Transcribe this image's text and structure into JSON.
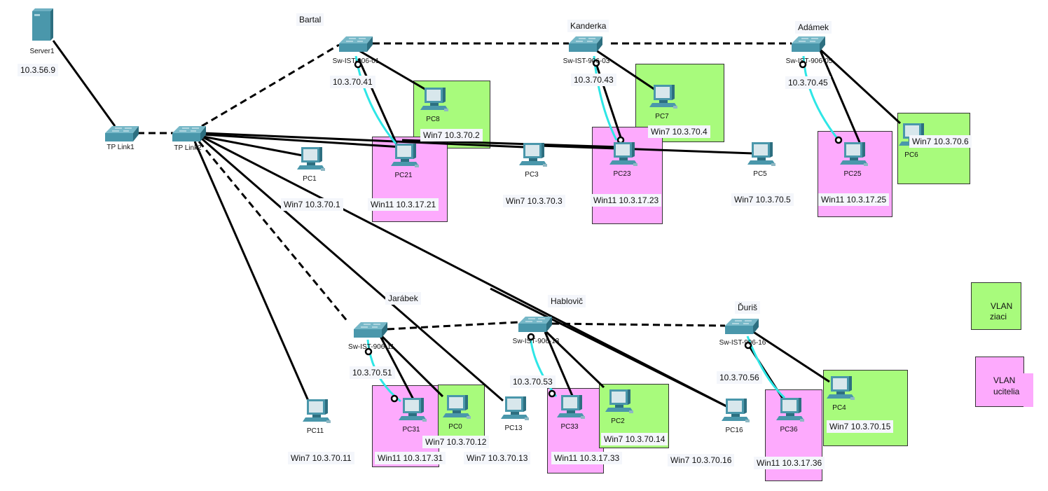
{
  "colors": {
    "vlan_ziaci": "#a8fb7c",
    "vlan_ucitelia": "#fdaafd",
    "link": "#000000",
    "console_link": "#2ee6e6",
    "device": "#4a8fa3"
  },
  "devices": {
    "server1": {
      "name": "Server1",
      "type": "server"
    },
    "tplink1": {
      "name": "TP Link1",
      "type": "switch"
    },
    "tplink2": {
      "name": "TP Link2",
      "type": "switch"
    },
    "sw01": {
      "name": "Sw-IST-906-01",
      "type": "switch"
    },
    "sw03": {
      "name": "Sw-IST-906-03",
      "type": "switch"
    },
    "sw05": {
      "name": "Sw-IST-906-05",
      "type": "switch"
    },
    "sw11": {
      "name": "Sw-IST-906-11",
      "type": "switch"
    },
    "sw13": {
      "name": "Sw-IST-906-13",
      "type": "switch"
    },
    "sw16": {
      "name": "Sw-IST-906-16",
      "type": "switch"
    },
    "pc1": {
      "name": "PC1"
    },
    "pc3": {
      "name": "PC3"
    },
    "pc5": {
      "name": "PC5"
    },
    "pc8": {
      "name": "PC8"
    },
    "pc7": {
      "name": "PC7"
    },
    "pc6": {
      "name": "PC6"
    },
    "pc21": {
      "name": "PC21"
    },
    "pc23": {
      "name": "PC23"
    },
    "pc25": {
      "name": "PC25"
    },
    "pc11": {
      "name": "PC11"
    },
    "pc31": {
      "name": "PC31"
    },
    "pc0": {
      "name": "PC0"
    },
    "pc13": {
      "name": "PC13"
    },
    "pc33": {
      "name": "PC33"
    },
    "pc2": {
      "name": "PC2"
    },
    "pc16": {
      "name": "PC16"
    },
    "pc36": {
      "name": "PC36"
    },
    "pc4": {
      "name": "PC4"
    }
  },
  "notes": {
    "server_ip": "10.3.56.9",
    "bartal": "Bartal",
    "kanderka": "Kanderka",
    "adamek": "Adámek",
    "jarabek": "Jarábek",
    "hablovic": "Hablovič",
    "duris": "Ďuriš",
    "sw01_ip": "10.3.70.41",
    "sw03_ip": "10.3.70.43",
    "sw05_ip": "10.3.70.45",
    "sw11_ip": "10.3.70.51",
    "sw13_ip": "10.3.70.53",
    "sw16_ip": "10.3.70.56",
    "pc1": "Win7 10.3.70.1",
    "pc8": "Win7 10.3.70.2",
    "pc3": "Win7 10.3.70.3",
    "pc7": "Win7 10.3.70.4",
    "pc5": "Win7 10.3.70.5",
    "pc6": "Win7 10.3.70.6",
    "pc21": "Win11 10.3.17.21",
    "pc23": "Win11 10.3.17.23",
    "pc25": "Win11 10.3.17.25",
    "pc11": "Win7 10.3.70.11",
    "pc0": "Win7 10.3.70.12",
    "pc13": "Win7 10.3.70.13",
    "pc2": "Win7 10.3.70.14",
    "pc4": "Win7 10.3.70.15",
    "pc16": "Win7 10.3.70.16",
    "pc31": "Win11 10.3.17.31",
    "pc33": "Win11 10.3.17.33",
    "pc36": "Win11 10.3.17.36"
  },
  "legend": {
    "ziaci": {
      "line1": "VLAN",
      "line2": "ziaci"
    },
    "ucitelia": {
      "line1": "VLAN",
      "line2": "ucitelia"
    }
  }
}
